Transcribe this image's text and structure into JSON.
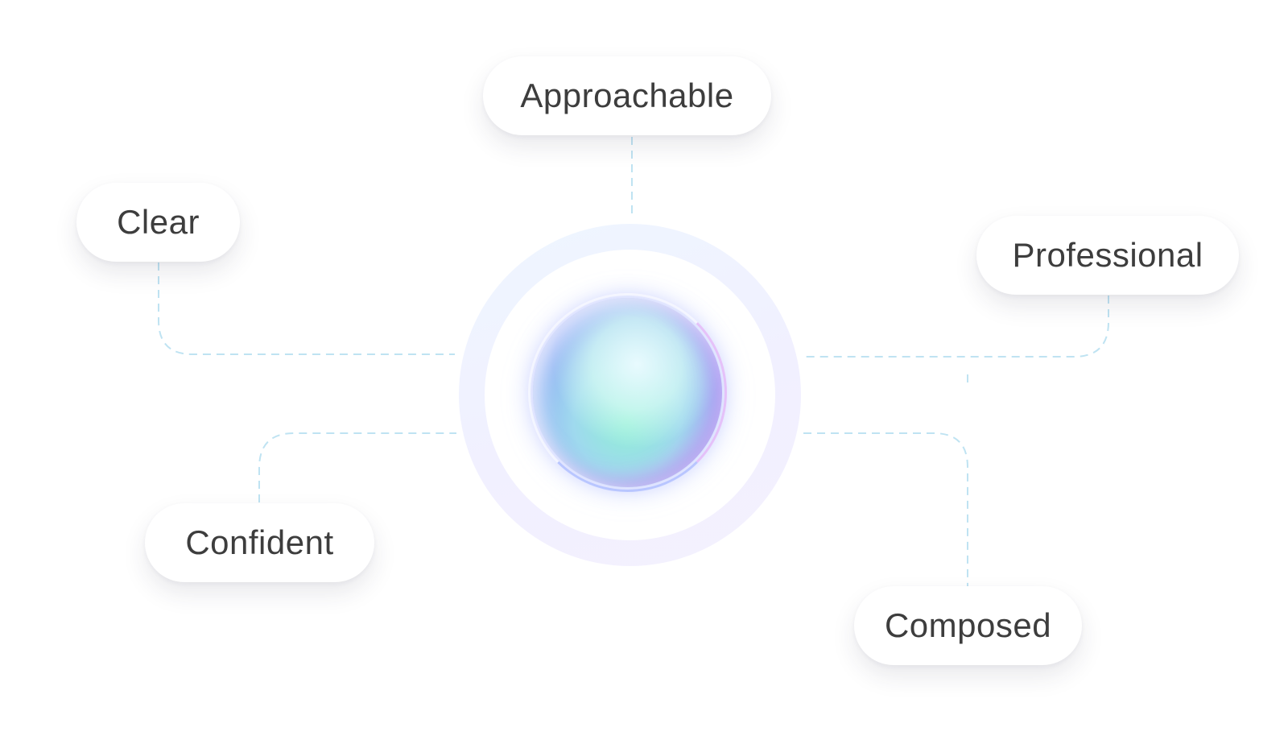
{
  "center_node": {
    "icon": "glowing-orb-icon"
  },
  "nodes": {
    "approachable": {
      "label": "Approachable"
    },
    "clear": {
      "label": "Clear"
    },
    "professional": {
      "label": "Professional"
    },
    "confident": {
      "label": "Confident"
    },
    "composed": {
      "label": "Composed"
    }
  },
  "colors": {
    "connector": "#bfe3f2",
    "pill_background": "#ffffff",
    "pill_text": "#3d3d3d"
  }
}
